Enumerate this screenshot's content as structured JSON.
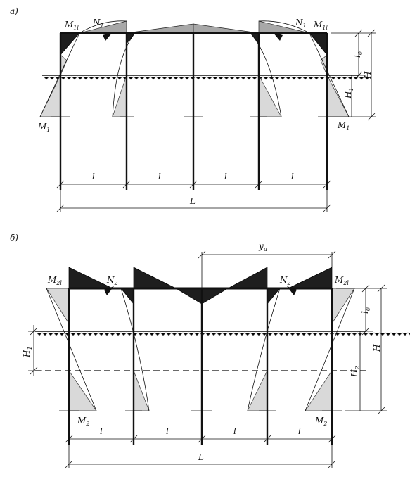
{
  "panels": {
    "a": {
      "label": "а)",
      "labels": {
        "m1l_left": "M",
        "m1l_left_sub": "1l",
        "n1_left": "N",
        "n1_left_sub": "1",
        "n1_right": "N",
        "n1_right_sub": "1",
        "m1l_right": "M",
        "m1l_right_sub": "1l",
        "m1_left": "M",
        "m1_left_sub": "1",
        "m1_right": "M",
        "m1_right_sub": "1",
        "l0": "l",
        "l0_sub": "0",
        "H": "H",
        "H1": "H",
        "H1_sub": "1",
        "span1": "l",
        "span2": "l",
        "span3": "l",
        "span4": "l",
        "L": "L"
      }
    },
    "b": {
      "label": "б)",
      "labels": {
        "yu": "y",
        "yu_sub": "u",
        "m2l_left": "M",
        "m2l_left_sub": "2l",
        "n2_left": "N",
        "n2_left_sub": "2",
        "n2_right": "N",
        "n2_right_sub": "2",
        "m2l_right": "M",
        "m2l_right_sub": "2l",
        "m2_left": "M",
        "m2_left_sub": "2",
        "m2_right": "M",
        "m2_right_sub": "2",
        "l0": "l",
        "l0_sub": "0",
        "H": "H",
        "H1": "H",
        "H1_sub": "1",
        "H2": "H",
        "H2_sub": "2",
        "span1": "l",
        "span2": "l",
        "span3": "l",
        "span4": "l",
        "L": "L"
      }
    }
  }
}
